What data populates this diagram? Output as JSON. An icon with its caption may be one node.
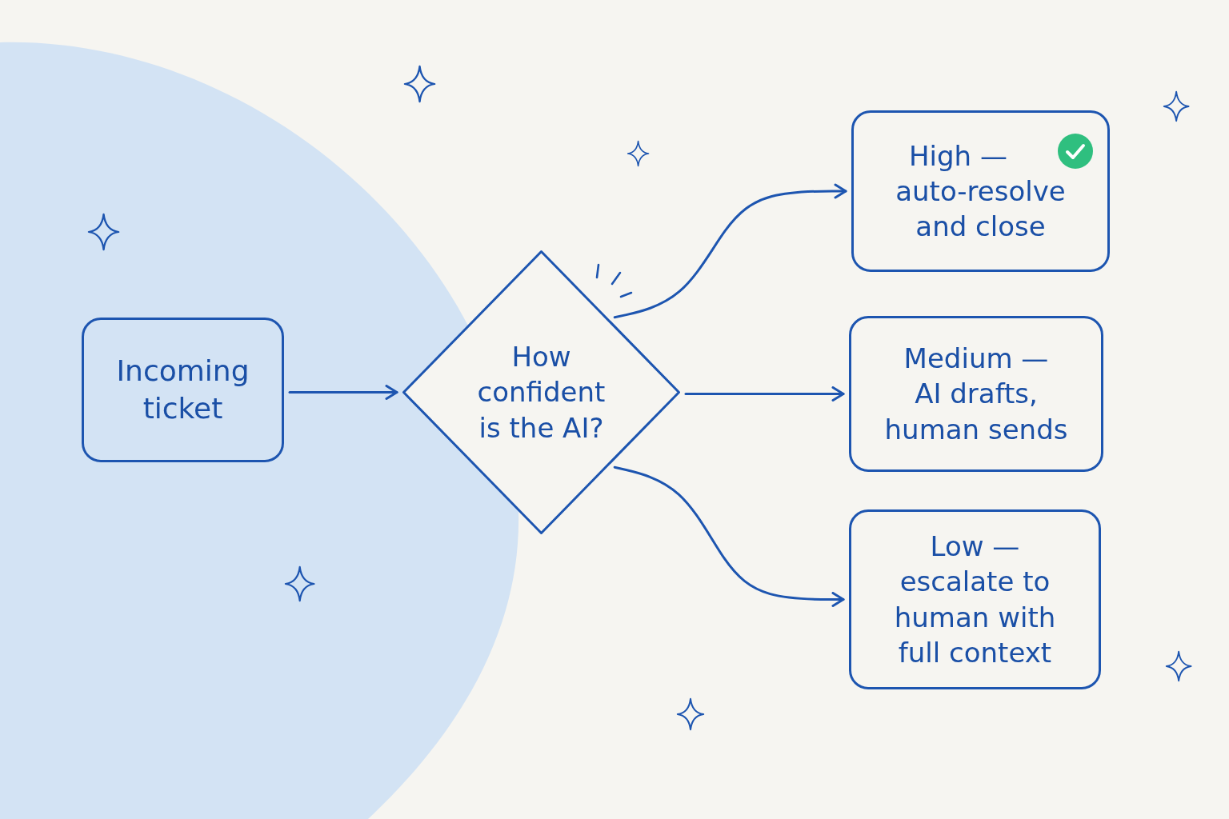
{
  "diagram": {
    "nodes": [
      {
        "text": [
          "Incoming ticket"
        ]
      },
      {
        "text": [
          "How confident is the AI?"
        ]
      },
      {
        "text": [
          "High —",
          "auto-resolve and close"
        ]
      },
      {
        "text": [
          "Medium —",
          "AI drafts, human sends"
        ]
      },
      {
        "text": [
          "Low —",
          "escalate to human with full context"
        ]
      }
    ],
    "edges": [
      {
        "from": 0,
        "to": 1,
        "arrow": "to"
      },
      {
        "from": 1,
        "to": 2,
        "arrow": "to"
      },
      {
        "from": 1,
        "to": 3,
        "arrow": "to"
      },
      {
        "from": 1,
        "to": 4,
        "arrow": "to"
      }
    ]
  }
}
